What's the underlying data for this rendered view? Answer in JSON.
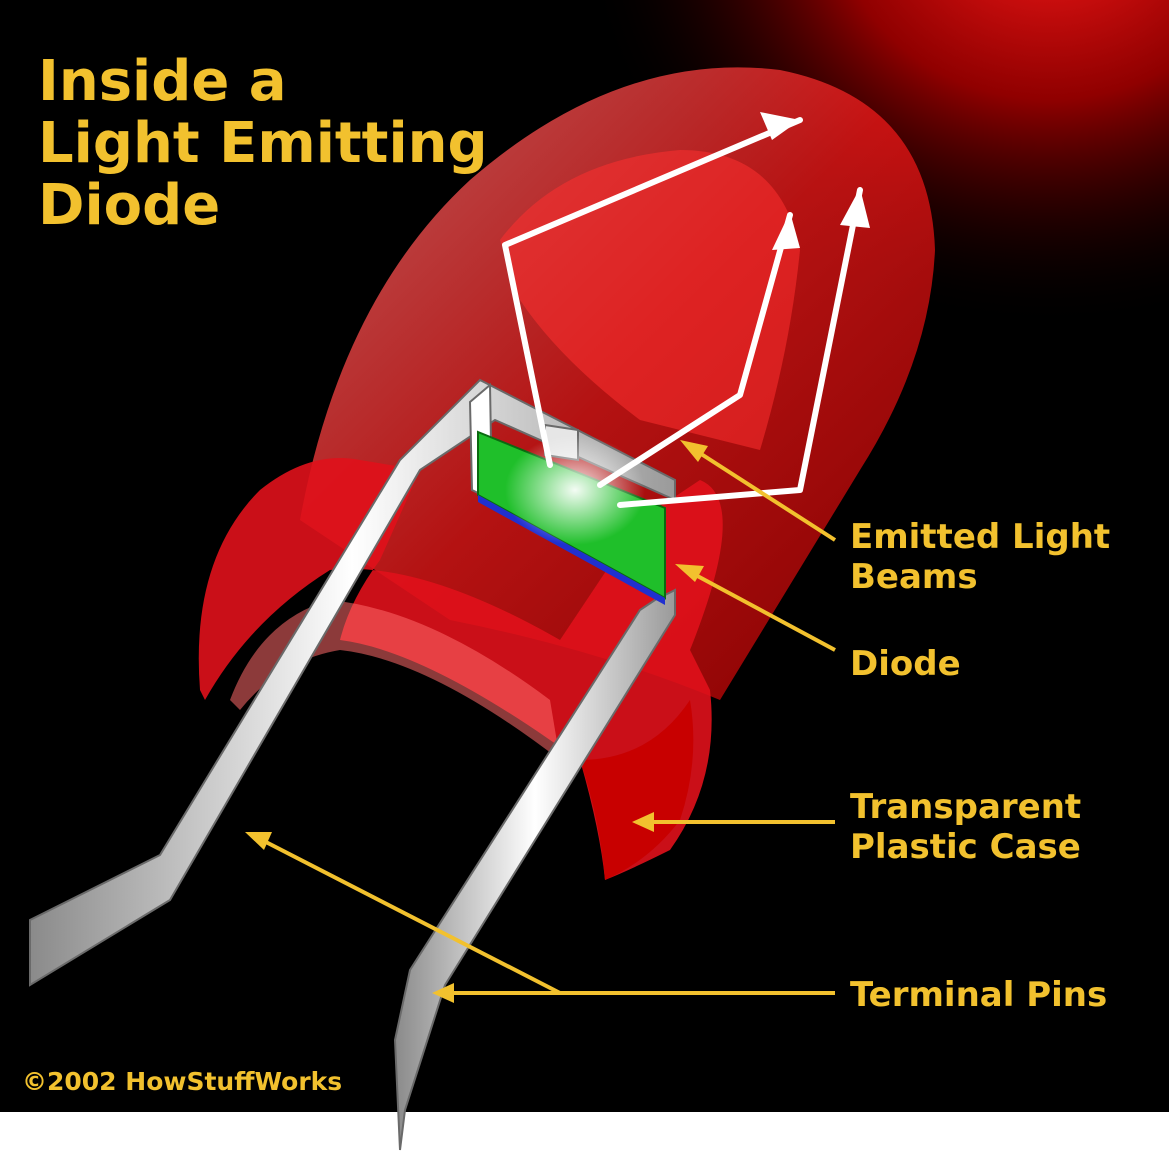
{
  "title": [
    "Inside a",
    "Light Emitting",
    "Diode"
  ],
  "labels": {
    "emitted_light_beams": [
      "Emitted Light",
      "Beams"
    ],
    "diode": "Diode",
    "transparent_plastic_case": [
      "Transparent",
      "Plastic Case"
    ],
    "terminal_pins": "Terminal Pins"
  },
  "copyright": "©2002 HowStuffWorks",
  "colors": {
    "background": "#000000",
    "text_accent": "#f2c12e",
    "led_case": "#e8101a",
    "diode_chip": "#1fbf2a",
    "pins": "#d9d9d9"
  }
}
